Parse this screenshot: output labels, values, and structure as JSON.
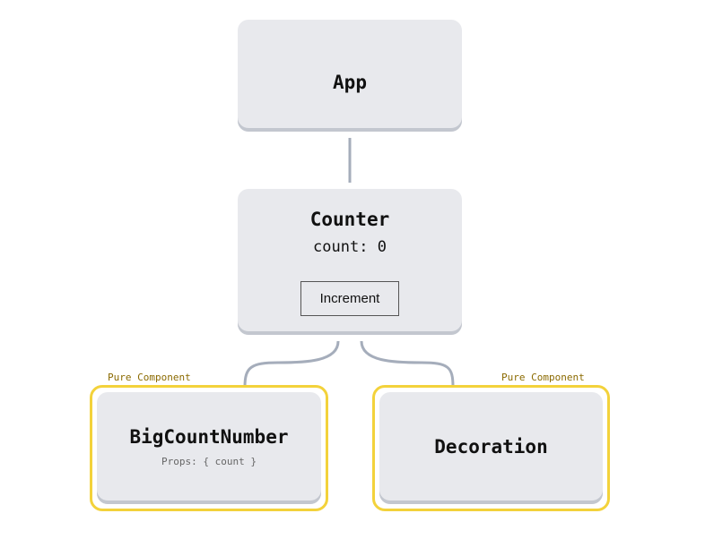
{
  "nodes": {
    "app": {
      "title": "App"
    },
    "counter": {
      "title": "Counter",
      "state": "count: 0",
      "button_label": "Increment"
    },
    "big_count_number": {
      "title": "BigCountNumber",
      "props": "Props: { count }",
      "badge": "Pure Component"
    },
    "decoration": {
      "title": "Decoration",
      "badge": "Pure Component"
    }
  },
  "colors": {
    "node_fill": "#e8e9ed",
    "node_shadow": "#c3c7cf",
    "connector": "#a5adbb",
    "pure_highlight": "#f3d23b",
    "pure_label": "#8b6a00"
  }
}
